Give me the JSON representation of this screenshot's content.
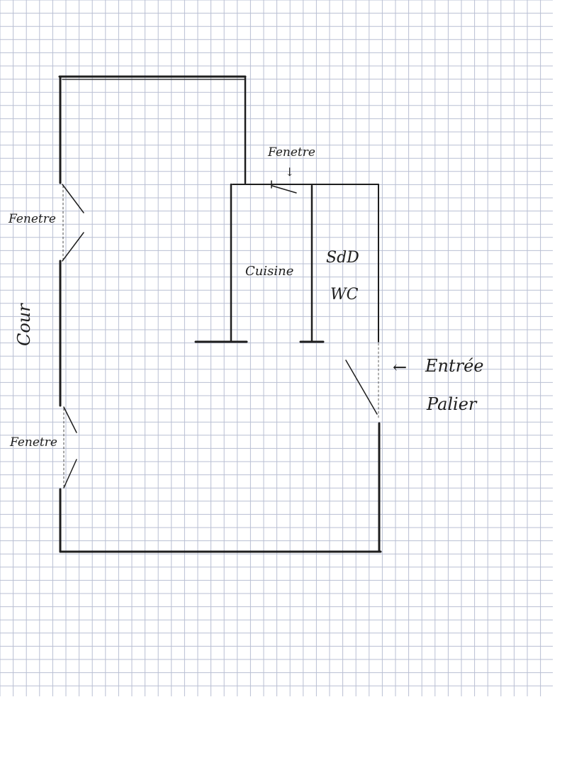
{
  "labels": {
    "window_top": "Fenetre",
    "window_left_upper": "Fenetre",
    "window_left_lower": "Fenetre",
    "courtyard": "Cour",
    "kitchen": "Cuisine",
    "bathroom": "SdD",
    "toilet": "WC",
    "entrance": "Entrée",
    "landing": "Palier",
    "entrance_arrow": "←",
    "window_arrow": "↓"
  },
  "colors": {
    "paper": "#ffffff",
    "grid": "#b9bfd3",
    "ink": "#1e1e1e"
  }
}
